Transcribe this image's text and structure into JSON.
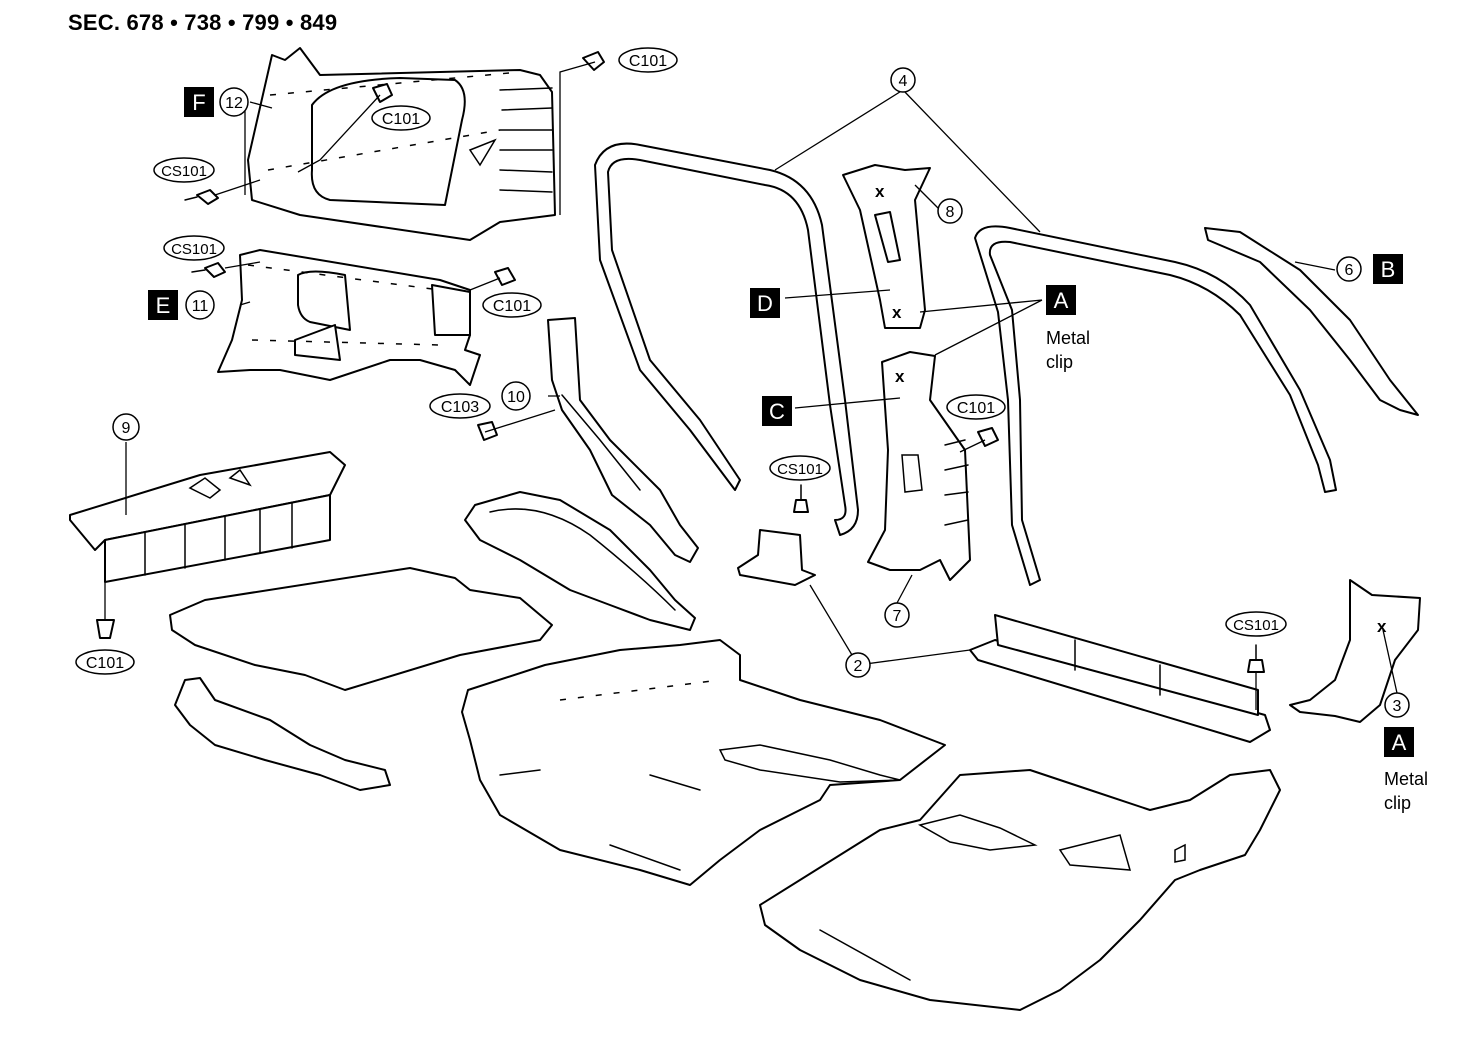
{
  "title": "SEC. 678 • 738 • 799 • 849",
  "parts": [
    {
      "id": "p2",
      "label": "2"
    },
    {
      "id": "p3",
      "label": "3"
    },
    {
      "id": "p4",
      "label": "4"
    },
    {
      "id": "p6",
      "label": "6"
    },
    {
      "id": "p7",
      "label": "7"
    },
    {
      "id": "p8",
      "label": "8"
    },
    {
      "id": "p9",
      "label": "9"
    },
    {
      "id": "p10",
      "label": "10"
    },
    {
      "id": "p11",
      "label": "11"
    },
    {
      "id": "p12",
      "label": "12"
    }
  ],
  "fasteners": [
    {
      "id": "f1",
      "code": "C101"
    },
    {
      "id": "f2",
      "code": "C101"
    },
    {
      "id": "f3",
      "code": "CS101"
    },
    {
      "id": "f4",
      "code": "CS101"
    },
    {
      "id": "f5",
      "code": "C101"
    },
    {
      "id": "f6",
      "code": "C103"
    },
    {
      "id": "f7",
      "code": "C101"
    },
    {
      "id": "f8",
      "code": "CS101"
    },
    {
      "id": "f9",
      "code": "C101"
    },
    {
      "id": "f10",
      "code": "CS101"
    }
  ],
  "letters": [
    {
      "id": "lF",
      "text": "F"
    },
    {
      "id": "lE",
      "text": "E"
    },
    {
      "id": "lD",
      "text": "D"
    },
    {
      "id": "lC",
      "text": "C"
    },
    {
      "id": "lA1",
      "text": "A"
    },
    {
      "id": "lB",
      "text": "B"
    },
    {
      "id": "lA2",
      "text": "A"
    }
  ],
  "marks": {
    "x": "x"
  },
  "notes": {
    "metal_clip_1": {
      "line1": "Metal",
      "line2": "clip"
    },
    "metal_clip_2": {
      "line1": "Metal",
      "line2": "clip"
    }
  }
}
